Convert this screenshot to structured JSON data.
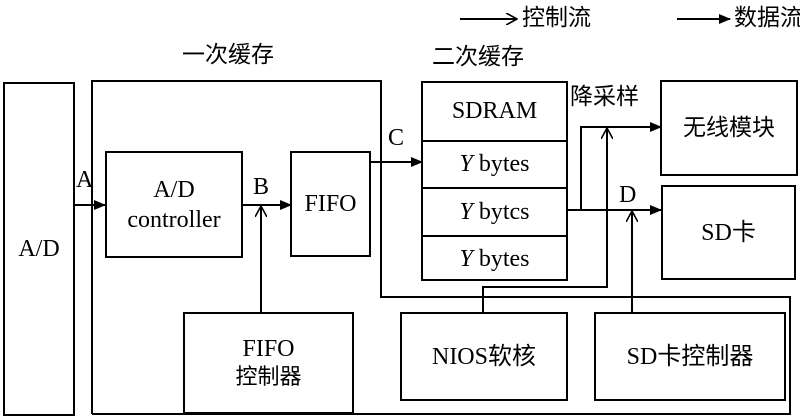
{
  "legend": {
    "control_flow": "控制流",
    "data_flow": "数据流"
  },
  "sections": {
    "primary_cache": "一次缓存",
    "secondary_cache": "二次缓存"
  },
  "blocks": {
    "ad": "A/D",
    "ad_controller_line1": "A/D",
    "ad_controller_line2": "controller",
    "fifo": "FIFO",
    "fifo_controller_line1": "FIFO",
    "fifo_controller_line2": "控制器",
    "sdram": {
      "title": "SDRAM",
      "rows": [
        {
          "var": "Y",
          "text": " bytes"
        },
        {
          "var": "Y",
          "text": " bytcs"
        },
        {
          "var": "Y",
          "text": " bytes"
        }
      ]
    },
    "wireless": "无线模块",
    "sd_card": "SD卡",
    "nios": "NIOS软核",
    "sd_controller": "SD卡控制器"
  },
  "points": {
    "a": "A",
    "b": "B",
    "c": "C",
    "d": "D"
  },
  "annotations": {
    "downsample": "降采样"
  }
}
